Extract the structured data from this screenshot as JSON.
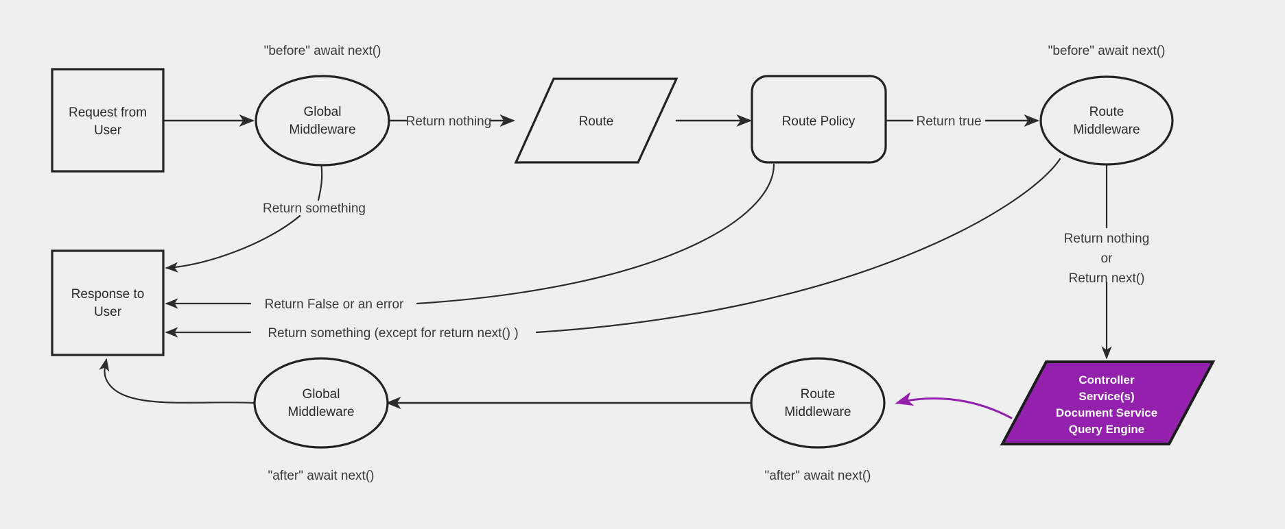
{
  "diagram": {
    "title": "Request lifecycle middleware flow",
    "background_color": "#efefef",
    "stroke_color": "#232323",
    "accent_color": "#9321ad",
    "accent_text_color": "#ffffff"
  },
  "nodes": {
    "request_from_user": {
      "line1": "Request from",
      "line2": "User",
      "shape": "rectangle"
    },
    "global_middleware_top": {
      "line1": "Global",
      "line2": "Middleware",
      "shape": "ellipse"
    },
    "route": {
      "line1": "Route",
      "shape": "parallelogram"
    },
    "route_policy": {
      "line1": "Route Policy",
      "shape": "rounded-rectangle"
    },
    "route_middleware_top": {
      "line1": "Route",
      "line2": "Middleware",
      "shape": "ellipse"
    },
    "controller_services": {
      "line1": "Controller",
      "line2": "Service(s)",
      "line3": "Document Service",
      "line4": "Query Engine",
      "shape": "parallelogram",
      "fill": "#9321ad"
    },
    "route_middleware_bottom": {
      "line1": "Route",
      "line2": "Middleware",
      "shape": "ellipse"
    },
    "global_middleware_bottom": {
      "line1": "Global",
      "line2": "Middleware",
      "shape": "ellipse"
    },
    "response_to_user": {
      "line1": "Response to",
      "line2": "User",
      "shape": "rectangle"
    }
  },
  "annotations": {
    "before_await_next_global": "\"before\" await next()",
    "before_await_next_route": "\"before\" await next()",
    "after_await_next_global": "\"after\" await next()",
    "after_await_next_route": "\"after\" await next()"
  },
  "edge_labels": {
    "return_nothing": "Return nothing",
    "return_true": "Return true",
    "return_something": "Return something",
    "return_false_or_error": "Return False or an error",
    "return_something_except": "Return something (except for return next() )",
    "return_nothing_or_next_l1": "Return nothing",
    "return_nothing_or_next_l2": "or",
    "return_nothing_or_next_l3": "Return next()"
  }
}
